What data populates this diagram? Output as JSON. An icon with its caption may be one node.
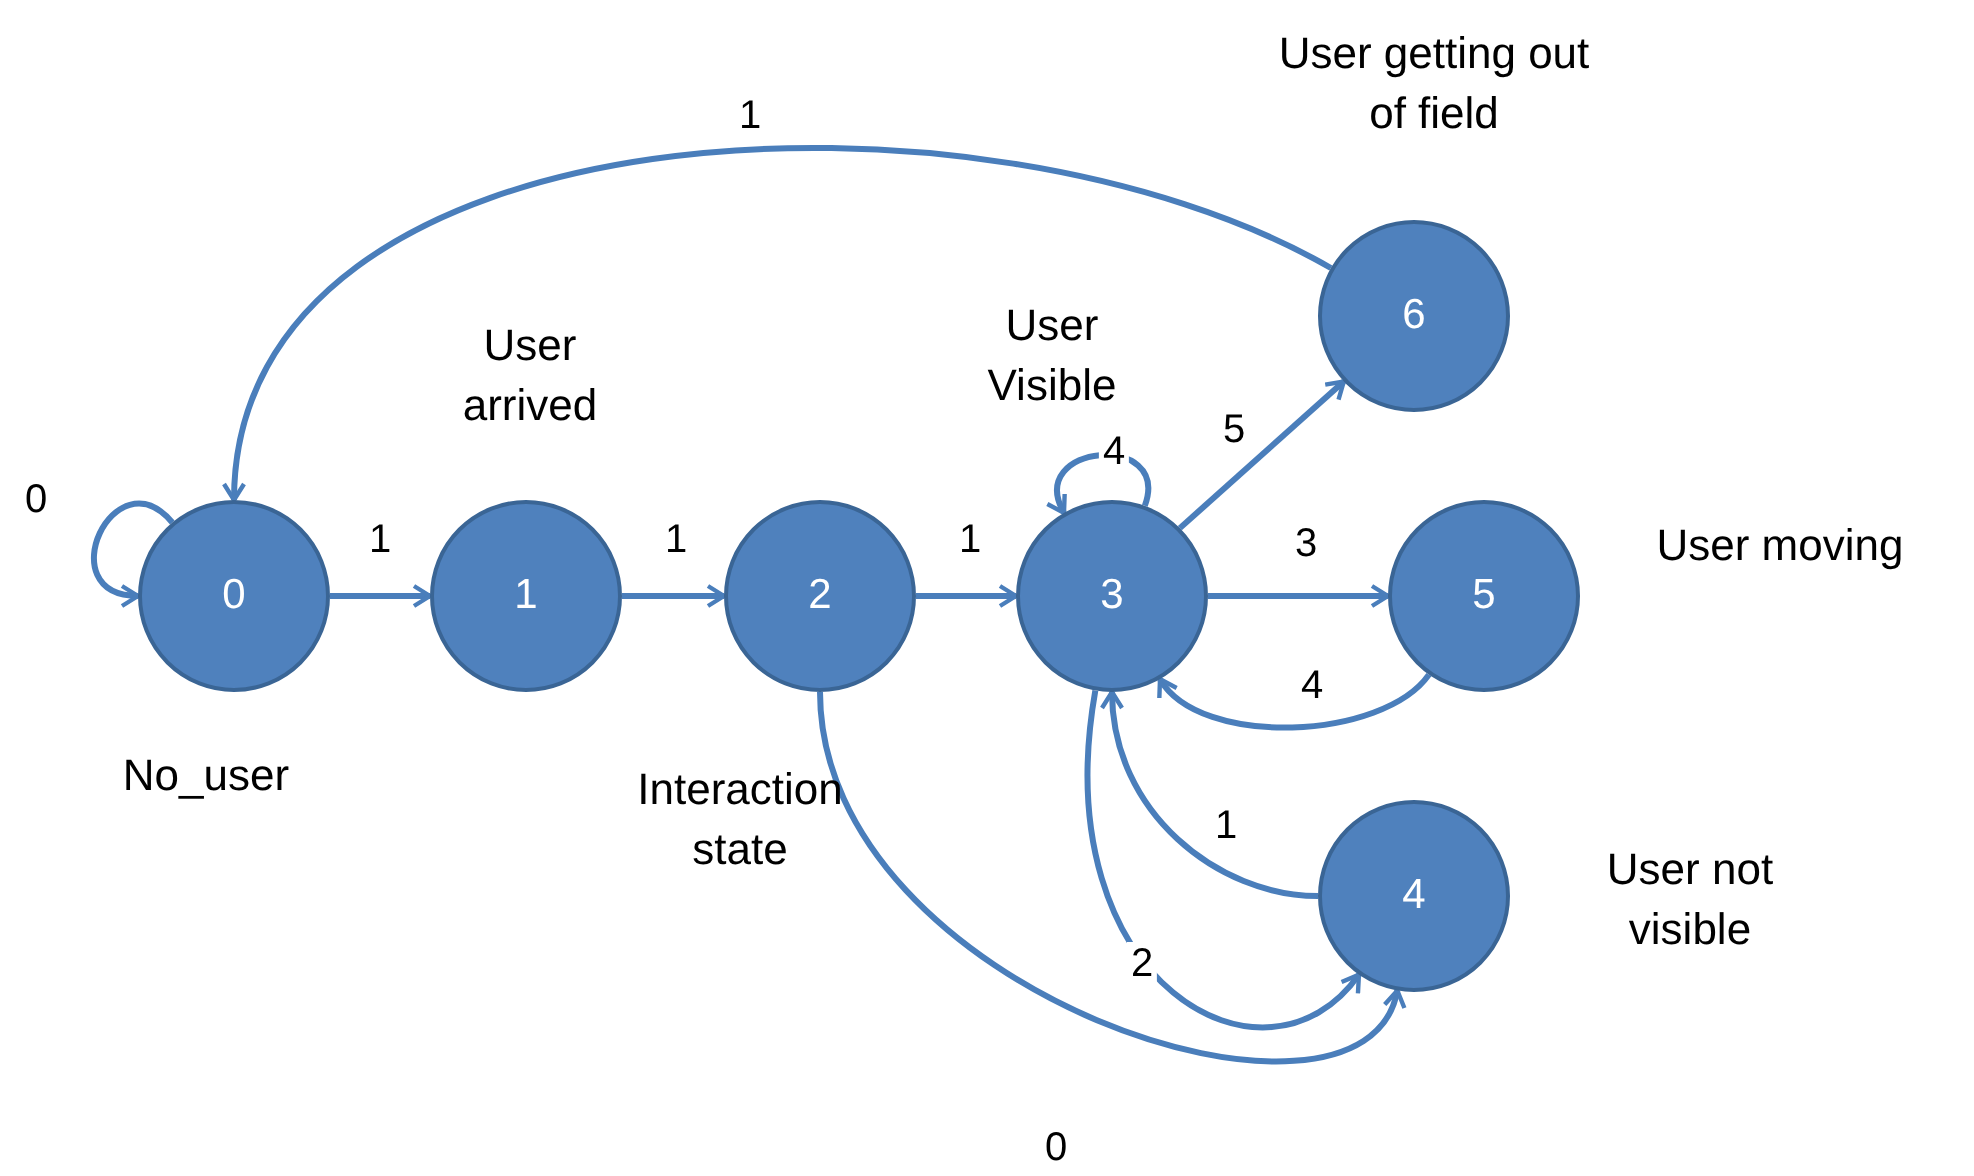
{
  "diagram": {
    "nodes": [
      {
        "text": [
          "0"
        ],
        "beside": [
          "No_user"
        ]
      },
      {
        "text": [
          "1"
        ],
        "beside": [
          "User arrived"
        ]
      },
      {
        "text": [
          "2"
        ],
        "beside": [
          "Interaction state"
        ]
      },
      {
        "text": [
          "3"
        ],
        "beside": [
          "User Visible"
        ]
      },
      {
        "text": [
          "4"
        ],
        "beside": [
          "User not visible"
        ]
      },
      {
        "text": [
          "5"
        ],
        "beside": [
          "User moving"
        ]
      },
      {
        "text": [
          "6"
        ],
        "beside": [
          "User getting out of field"
        ]
      }
    ],
    "edges": [
      {
        "from": 0,
        "to": 0,
        "arrow": "to",
        "label": "0"
      },
      {
        "from": 0,
        "to": 1,
        "arrow": "to",
        "label": "1"
      },
      {
        "from": 1,
        "to": 2,
        "arrow": "to",
        "label": "1"
      },
      {
        "from": 2,
        "to": 3,
        "arrow": "to",
        "label": "1"
      },
      {
        "from": 3,
        "to": 3,
        "arrow": "to",
        "label": "4"
      },
      {
        "from": 3,
        "to": 6,
        "arrow": "to",
        "label": "5"
      },
      {
        "from": 3,
        "to": 5,
        "arrow": "to",
        "label": "3"
      },
      {
        "from": 5,
        "to": 3,
        "arrow": "to",
        "label": "4"
      },
      {
        "from": 4,
        "to": 3,
        "arrow": "to",
        "label": "1"
      },
      {
        "from": 3,
        "to": 4,
        "arrow": "to",
        "label": "2"
      },
      {
        "from": 2,
        "to": 4,
        "arrow": "to",
        "label": "0"
      },
      {
        "from": 6,
        "to": 0,
        "arrow": "to",
        "label": "1"
      }
    ]
  }
}
